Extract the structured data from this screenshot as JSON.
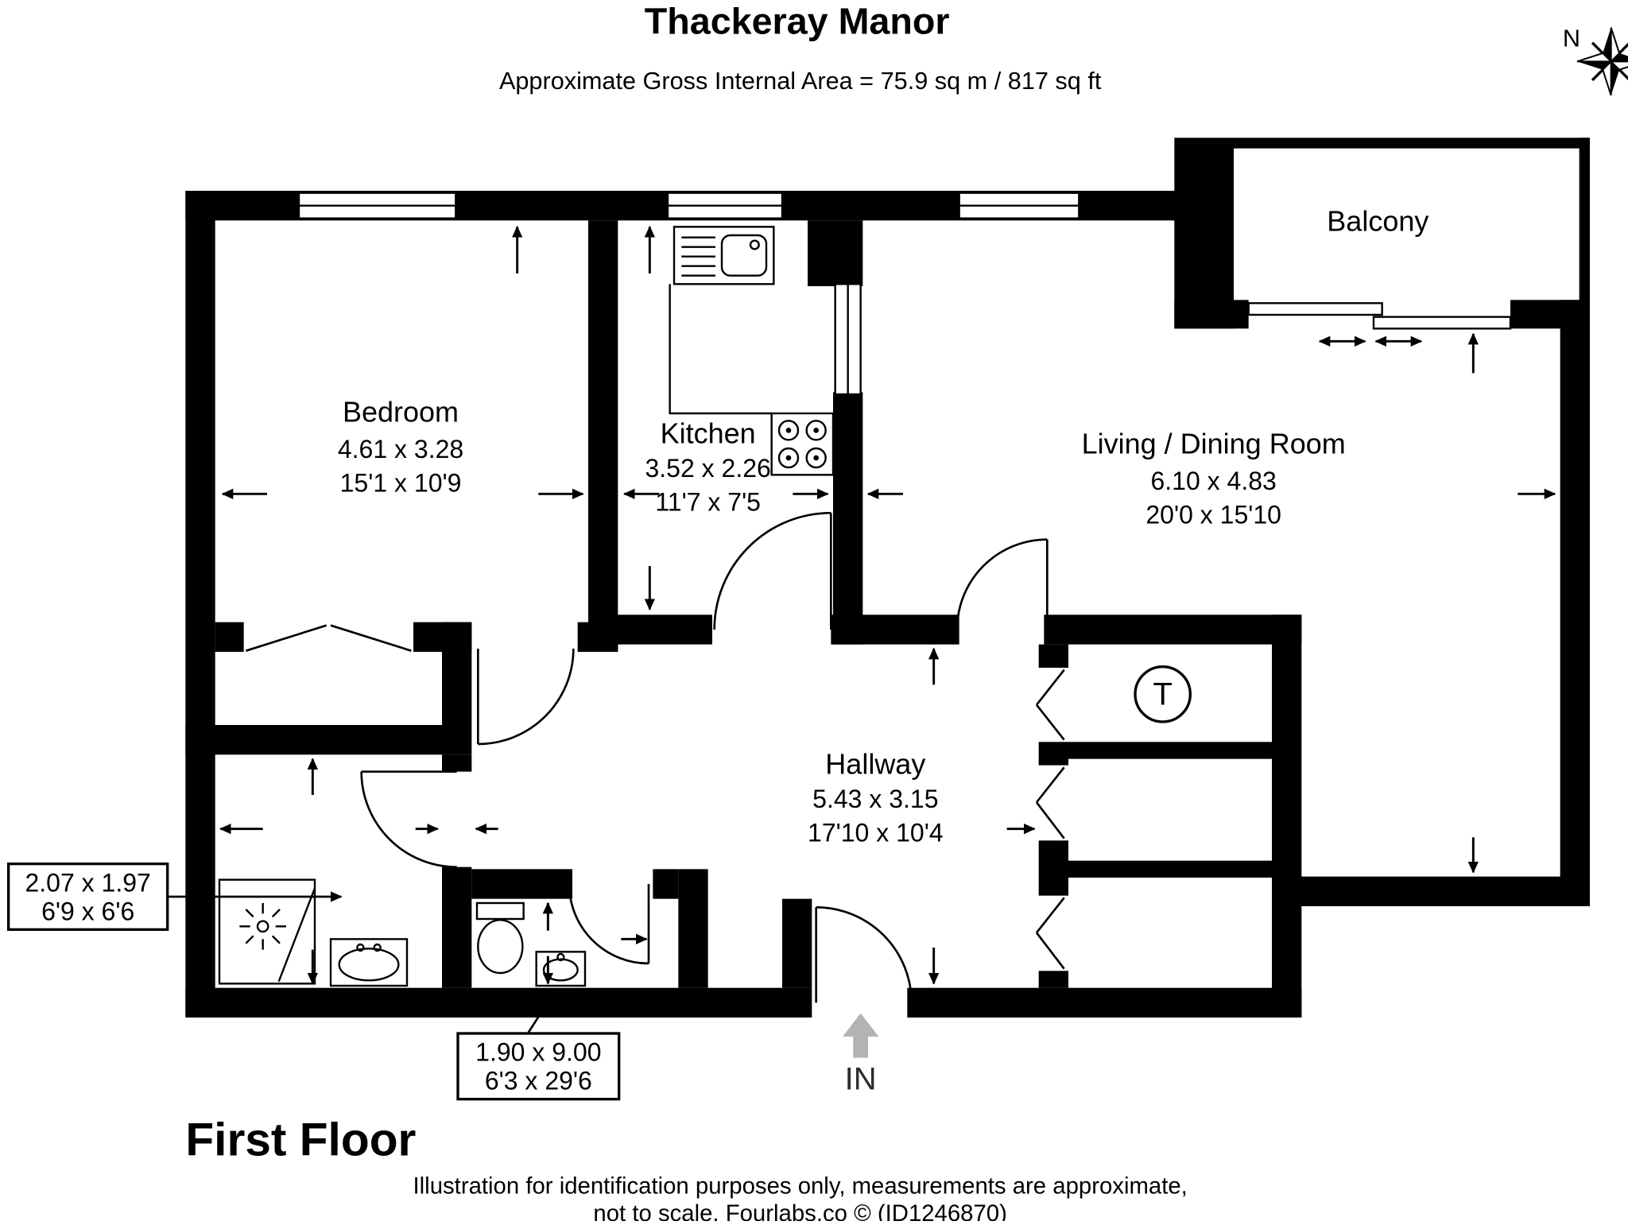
{
  "title": "Thackeray Manor",
  "subtitle": "Approximate Gross Internal Area = 75.9 sq m / 817 sq ft",
  "floor_label": "First Floor",
  "entrance_label": "IN",
  "tank_label": "T",
  "compass": {
    "north_label": "N"
  },
  "rooms": {
    "bedroom": {
      "name": "Bedroom",
      "metric": "4.61 x 3.28",
      "imperial": "15'1 x 10'9"
    },
    "kitchen": {
      "name": "Kitchen",
      "metric": "3.52 x 2.26",
      "imperial": "11'7 x 7'5"
    },
    "living": {
      "name": "Living / Dining Room",
      "metric": "6.10 x 4.83",
      "imperial": "20'0 x 15'10"
    },
    "hallway": {
      "name": "Hallway",
      "metric": "5.43 x 3.15",
      "imperial": "17'10 x 10'4"
    },
    "balcony": {
      "name": "Balcony"
    },
    "bathroom": {
      "metric": "2.07 x 1.97",
      "imperial": "6'9 x 6'6"
    },
    "wc": {
      "metric": "1.90 x 9.00",
      "imperial": "6'3 x 29'6"
    }
  },
  "footer": {
    "line1": "Illustration for identification purposes only, measurements are approximate,",
    "line2": "not to scale. Fourlabs.co © (ID1246870)"
  },
  "colors": {
    "wall": "#000000",
    "entry_arrow": "#b3b3b3"
  }
}
